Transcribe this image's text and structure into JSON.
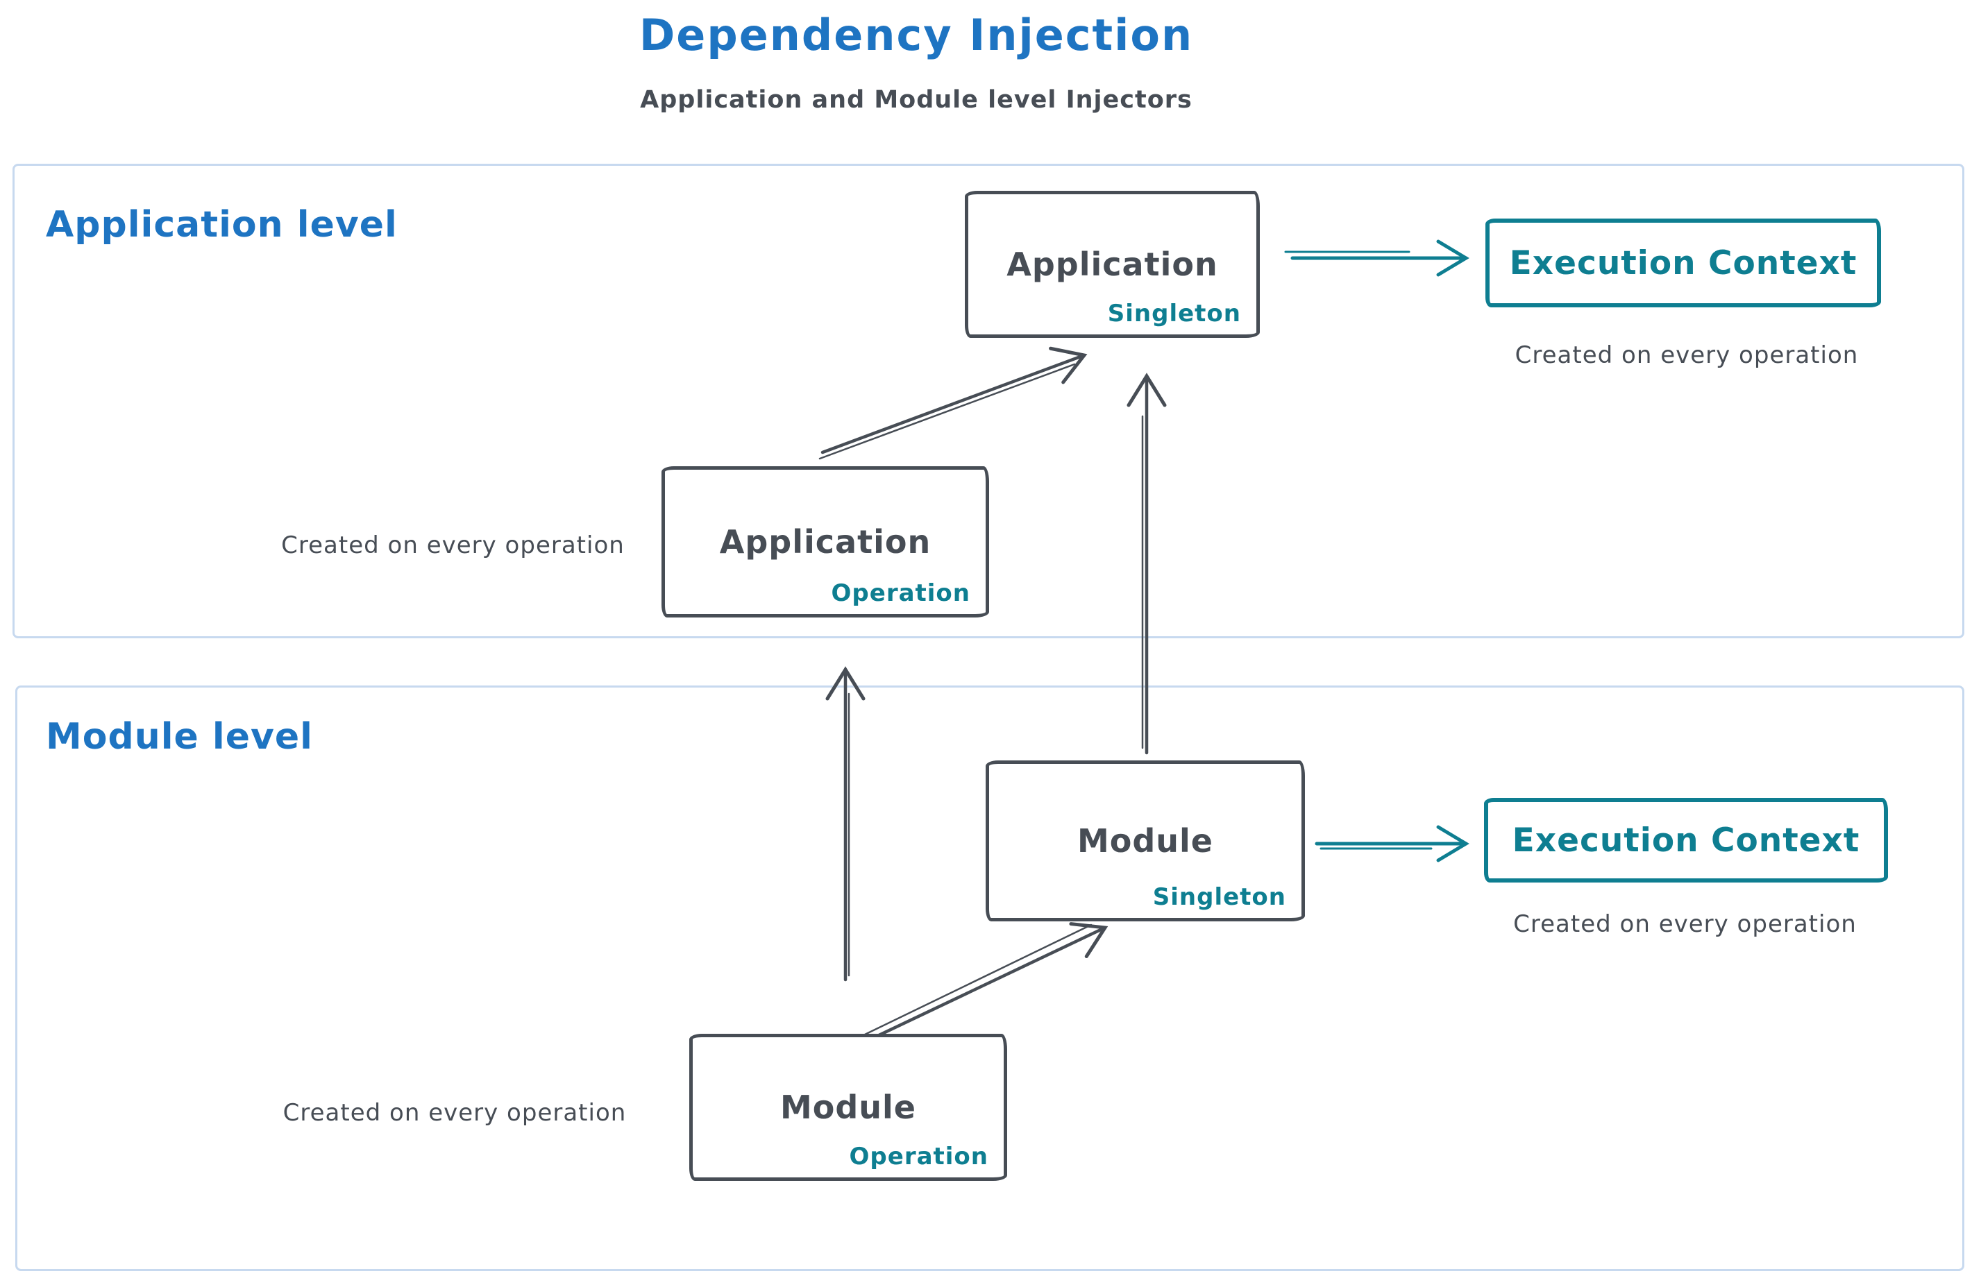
{
  "page": {
    "title": "Dependency Injection",
    "subtitle": "Application and Module level Injectors"
  },
  "colors": {
    "title_blue": "#1e74c2",
    "teal": "#0e7e91",
    "ink": "#474d55",
    "section_border": "#c7d9ef",
    "background": "#ffffff"
  },
  "sections": {
    "application": {
      "label": "Application level"
    },
    "module": {
      "label": "Module level"
    }
  },
  "nodes": {
    "app_singleton": {
      "title": "Application",
      "badge": "Singleton"
    },
    "app_operation": {
      "title": "Application",
      "badge": "Operation"
    },
    "module_singleton": {
      "title": "Module",
      "badge": "Singleton"
    },
    "module_operation": {
      "title": "Module",
      "badge": "Operation"
    },
    "app_execution_context": {
      "title": "Execution Context",
      "caption": "Created on every operation"
    },
    "module_execution_context": {
      "title": "Execution Context",
      "caption": "Created on every operation"
    }
  },
  "captions": {
    "app_operation": "Created on every operation",
    "module_operation": "Created on every operation"
  }
}
